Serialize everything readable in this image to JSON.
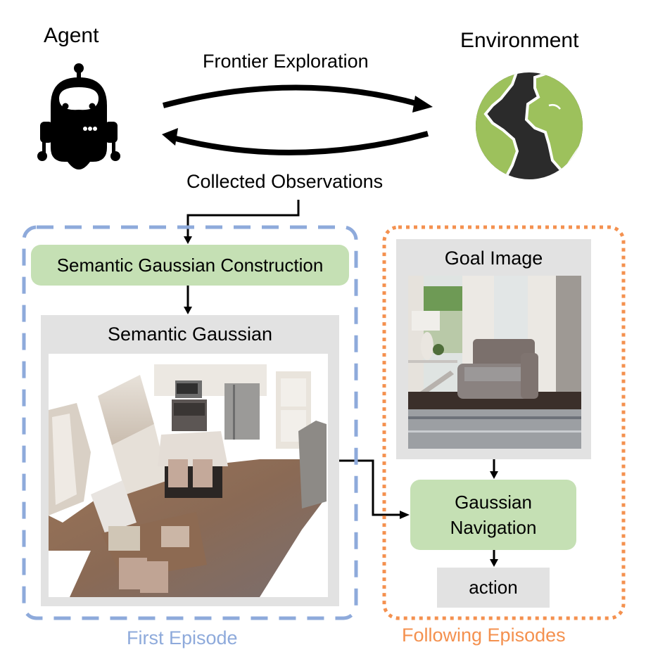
{
  "agent": {
    "title": "Agent",
    "icon": "robot-icon"
  },
  "environment": {
    "title": "Environment",
    "icon": "globe-icon"
  },
  "loop": {
    "forward_label": "Frontier Exploration",
    "backward_label": "Collected Observations"
  },
  "first_episode": {
    "caption": "First Episode",
    "border_color": "#8eaadb",
    "construction_box": "Semantic Gaussian Construction",
    "semantic_gaussian_panel": {
      "title": "Semantic Gaussian",
      "image_description": "3D Gaussian reconstruction of a kitchen and dining area (top-down oblique view)"
    }
  },
  "following_episodes": {
    "caption": "Following Episodes",
    "border_color": "#f4a460",
    "goal_panel": {
      "title": "Goal Image",
      "image_description": "Armchair by a window with curtains, lamp and side table, rug on floor"
    },
    "navigation_box_lines": [
      "Gaussian",
      "Navigation"
    ],
    "action_box": "action"
  },
  "colors": {
    "green_box": "#c5e0b4",
    "gray_panel": "#e2e2e2",
    "blue_caption": "#8eaadb",
    "orange_caption": "#f4914f",
    "globe_land": "#9dc15c",
    "globe_ocean": "#2b2b2b"
  }
}
